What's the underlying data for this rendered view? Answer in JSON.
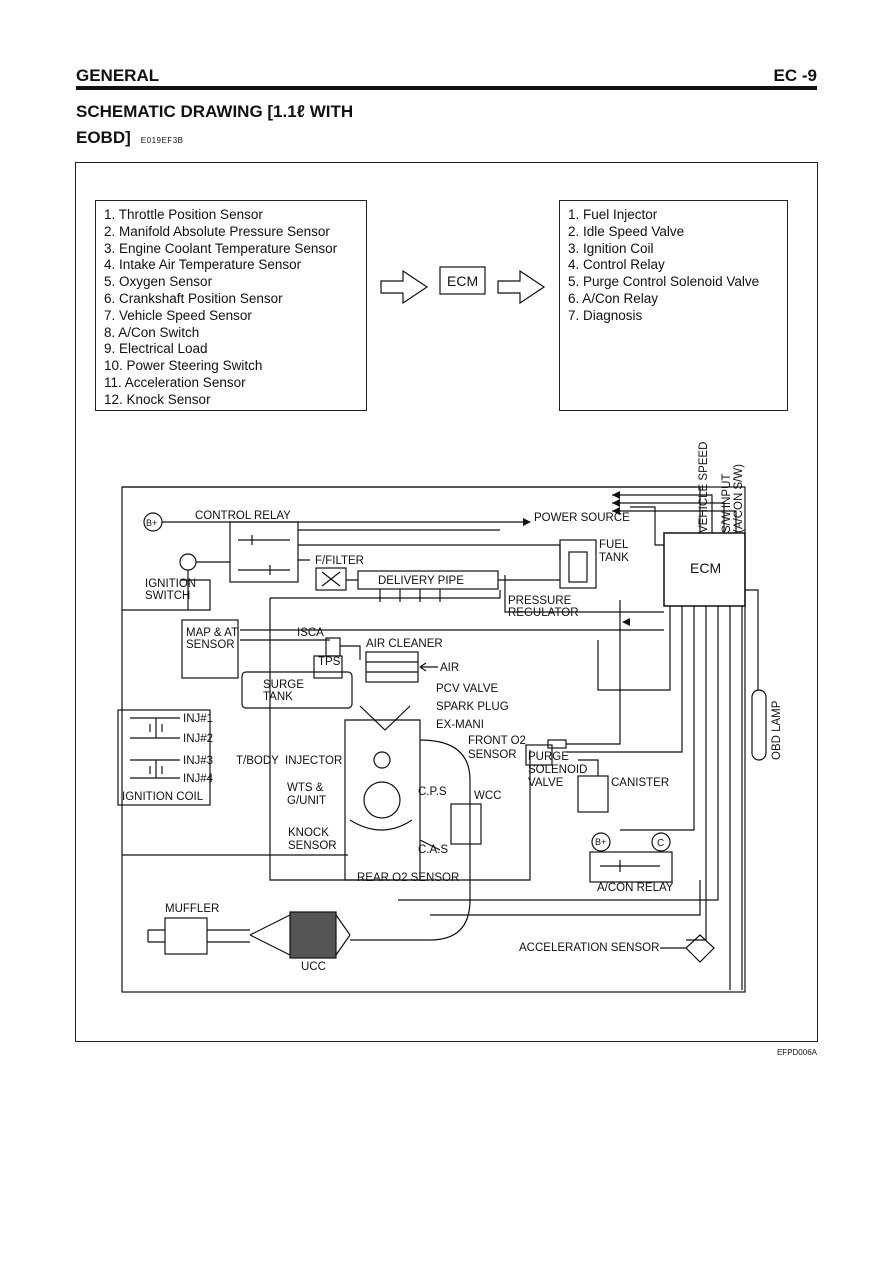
{
  "header": {
    "section": "GENERAL",
    "page": "EC -9"
  },
  "title": {
    "line1": "SCHEMATIC DRAWING [1.1ℓ  WITH",
    "line2": "EOBD]",
    "code": "E019EF3B"
  },
  "inputs": [
    "1. Throttle Position Sensor",
    "2. Manifold Absolute Pressure Sensor",
    "3. Engine Coolant Temperature Sensor",
    "4. Intake Air Temperature Sensor",
    "5. Oxygen Sensor",
    "6. Crankshaft Position Sensor",
    "7. Vehicle Speed Sensor",
    "8. A/Con Switch",
    "9. Electrical Load",
    "10. Power Steering Switch",
    "11. Acceleration Sensor",
    "12. Knock Sensor"
  ],
  "outputs": [
    "1. Fuel Injector",
    "2. Idle Speed Valve",
    "3. Ignition Coil",
    "4. Control Relay",
    "5. Purge Control Solenoid Valve",
    "6. A/Con Relay",
    "7. Diagnosis"
  ],
  "center_ecm": "ECM",
  "labels": {
    "b_plus": "B+",
    "control_relay": "CONTROL RELAY",
    "power_source": "POWER SOURCE",
    "fuel_tank_1": "FUEL",
    "fuel_tank_2": "TANK",
    "ecm": "ECM",
    "f_filter": "F/FILTER",
    "delivery_pipe": "DELIVERY PIPE",
    "ignition_switch_1": "IGNITION",
    "ignition_switch_2": "SWITCH",
    "pressure_regulator_1": "PRESSURE",
    "pressure_regulator_2": "REGULATOR",
    "map_at_1": "MAP & AT",
    "map_at_2": "SENSOR",
    "isca": "ISCA",
    "air_cleaner": "AIR CLEANER",
    "tps": "TPS",
    "air": "AIR",
    "surge_tank_1": "SURGE",
    "surge_tank_2": "TANK",
    "pcv_valve": "PCV VALVE",
    "spark_plug": "SPARK PLUG",
    "ex_mani": "EX-MANI",
    "inj1": "INJ#1",
    "inj2": "INJ#2",
    "inj3": "INJ#3",
    "inj4": "INJ#4",
    "ignition_coil": "IGNITION COIL",
    "t_body": "T/BODY",
    "injector": "INJECTOR",
    "front_o2_1": "FRONT O2",
    "front_o2_2": "SENSOR",
    "purge_1": "PURGE",
    "purge_2": "SOLENOID",
    "purge_3": "VALVE",
    "canister": "CANISTER",
    "wts_1": "WTS &",
    "wts_2": "G/UNIT",
    "cps": "C.P.S",
    "wcc": "WCC",
    "knock_1": "KNOCK",
    "knock_2": "SENSOR",
    "cas": "C.A.S",
    "c": "C",
    "rear_o2": "REAR O2 SENSOR",
    "acon_relay": "A/CON RELAY",
    "muffler": "MUFFLER",
    "accel_sensor": "ACCELERATION SENSOR",
    "ucc": "UCC",
    "obd_lamp": "OBD LAMP",
    "vehicle_speed": "VEHICLE SPEED",
    "sw_input": "S/W INPUT",
    "acon_sw": "(A/CON S/W)"
  },
  "figure_code": "EFPD006A"
}
